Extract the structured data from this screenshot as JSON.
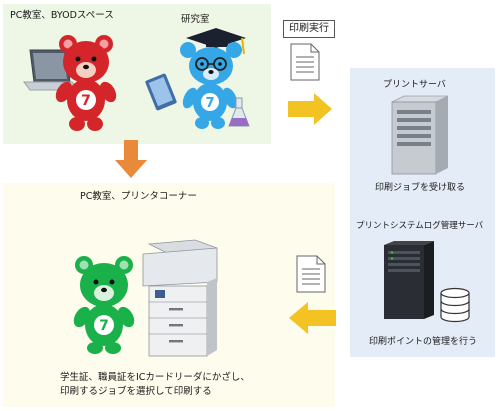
{
  "top_panel": {
    "label_left": "PC教室、BYODスペース",
    "label_right": "研究室",
    "mascot_number": "7"
  },
  "bottom_panel": {
    "label": "PC教室、プリンタコーナー",
    "caption_line1": "学生証、職員証をICカードリーダにかざし、",
    "caption_line2": "印刷するジョブを選択して印刷する",
    "mascot_number": "7"
  },
  "print_action": {
    "label": "印刷実行"
  },
  "server_panel": {
    "print_server_label": "プリントサーバ",
    "print_server_caption": "印刷ジョブを受け取る",
    "log_server_label": "プリントシステムログ管理サーバ",
    "log_server_caption": "印刷ポイントの管理を行う"
  },
  "colors": {
    "top_panel_bg": "#eef6e6",
    "bottom_panel_bg": "#fefcec",
    "server_panel_bg": "#e4ecf8",
    "arrow_orange": "#e98a3a",
    "arrow_yellow": "#f3c323",
    "bear_red": "#d4262a",
    "bear_blue": "#35a7e6",
    "bear_green": "#1ab04a"
  }
}
